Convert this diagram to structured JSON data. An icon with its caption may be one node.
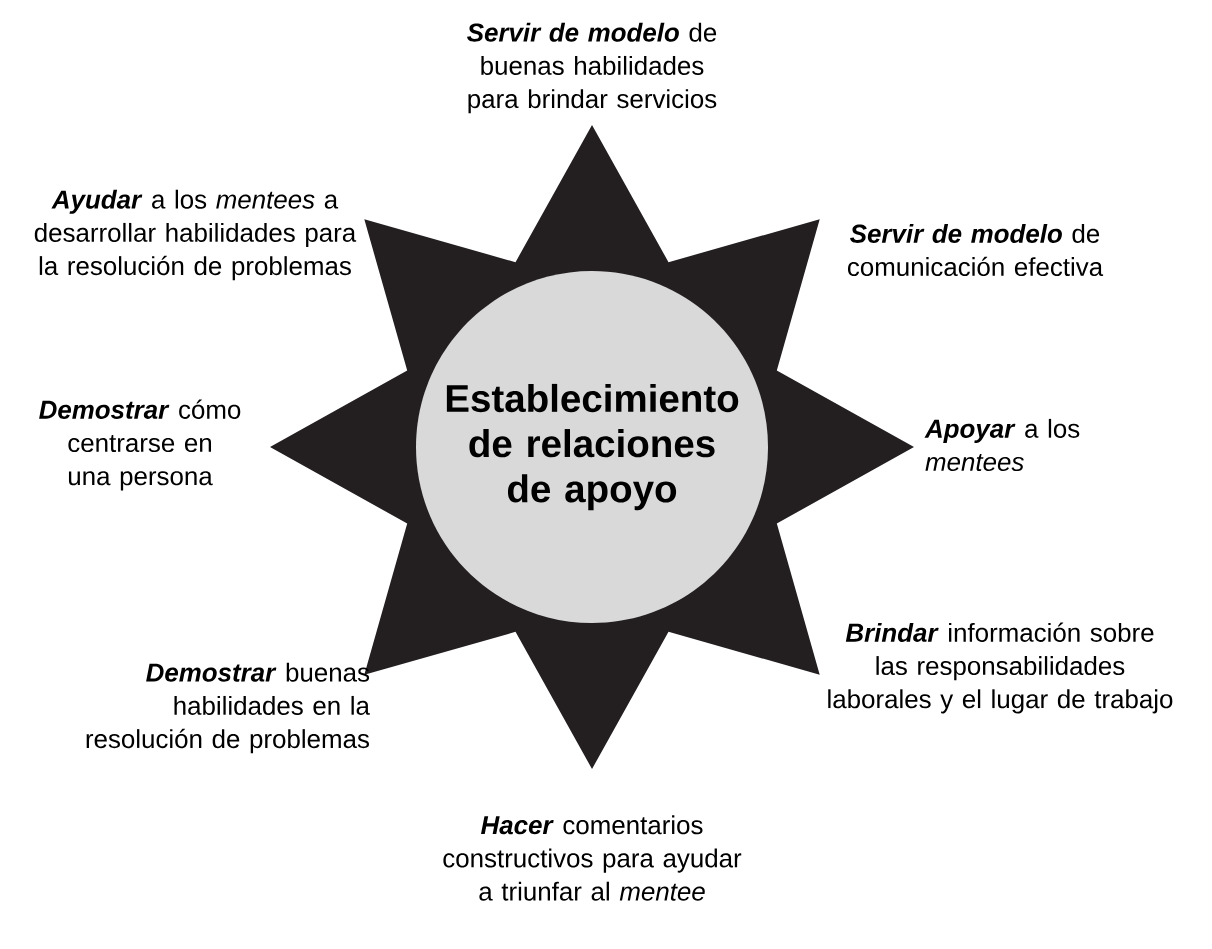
{
  "diagram": {
    "nodes": [
      {
        "text": [
          "Establecimiento de relaciones de apoyo"
        ]
      }
    ],
    "labels": [
      "**Servir de modelo** de buenas habilidades para brindar servicios",
      "**Ayudar** a los *mentees* a desarrollar habilidades para la resolución de problemas",
      "**Servir de modelo** de comunicación efectiva",
      "**Demostrar** cómo centrarse en una persona",
      "**Apoyar** a los *mentees*",
      "**Demostrar** buenas habilidades en la resolución de problemas",
      "**Brindar** información sobre las responsabilidades laborales y el lugar de trabajo",
      "**Hacer** comentarios constructivos para ayudar a triunfar al *mentee*"
    ]
  }
}
